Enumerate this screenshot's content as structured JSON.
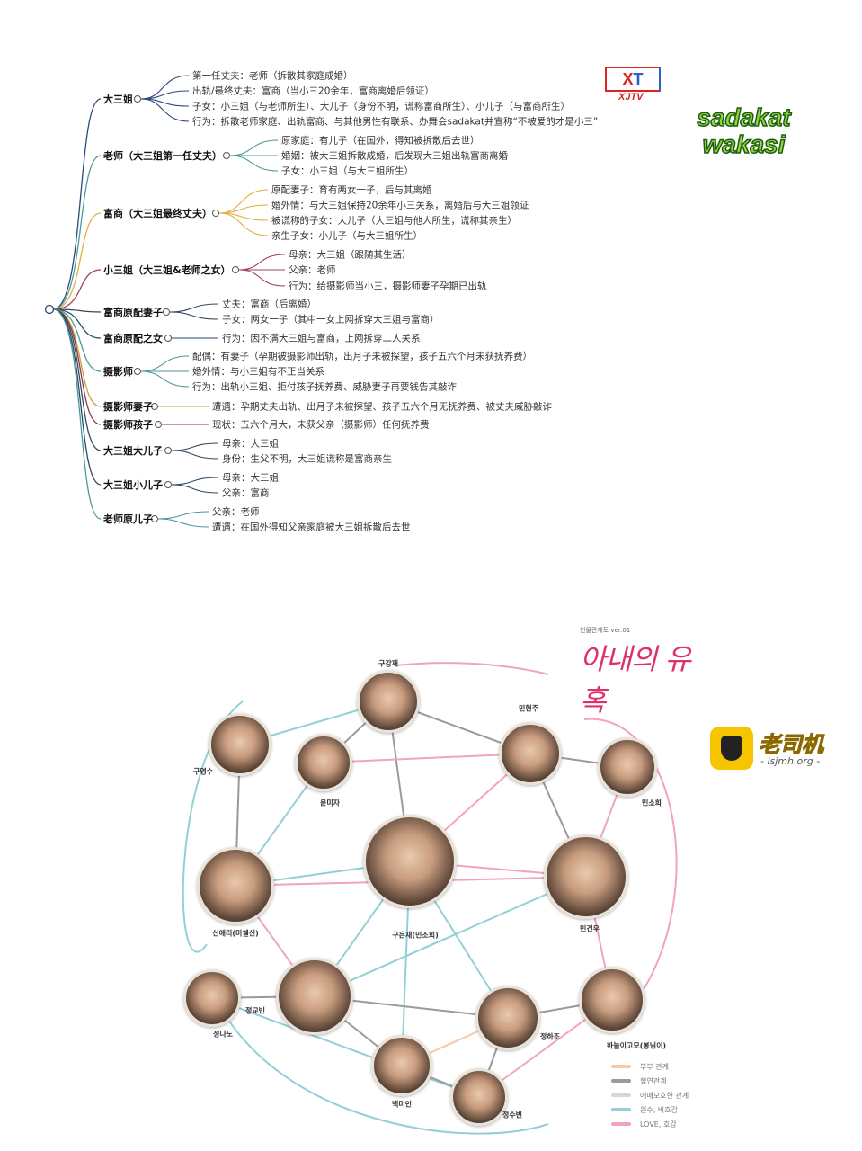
{
  "mindmap": {
    "branches": [
      {
        "label": "大三姐",
        "color": "#2b4a7a",
        "children": [
          "第一任丈夫：老师（拆散其家庭成婚）",
          "出轨/最终丈夫：富商（当小三20余年，富商离婚后领证）",
          "子女：小三姐（与老师所生）、大儿子（身份不明，谎称富商所生）、小儿子（与富商所生）",
          "行为：拆散老师家庭、出轨富商、与其他男性有联系、办舞会sadakat并宣称“不被爱的才是小三”"
        ]
      },
      {
        "label": "老师（大三姐第一任丈夫）",
        "color": "#4a9a9a",
        "children": [
          "原家庭：有儿子（在国外，得知被拆散后去世）",
          "婚姻：被大三姐拆散成婚，后发现大三姐出轨富商离婚",
          "子女：小三姐（与大三姐所生）"
        ]
      },
      {
        "label": "富商（大三姐最终丈夫）",
        "color": "#e0b040",
        "children": [
          "原配妻子：育有两女一子，后与其离婚",
          "婚外情：与大三姐保持20余年小三关系，离婚后与大三姐领证",
          "被谎称的子女：大儿子（大三姐与他人所生，谎称其亲生）",
          "亲生子女：小儿子（与大三姐所生）"
        ]
      },
      {
        "label": "小三姐（大三姐&老师之女）",
        "color": "#a0405a",
        "children": [
          "母亲：大三姐（跟随其生活）",
          "父亲：老师",
          "行为：给摄影师当小三，摄影师妻子孕期已出轨"
        ]
      },
      {
        "label": "富商原配妻子",
        "color": "#3a4a5a",
        "children": [
          "丈夫：富商（后离婚）",
          "子女：两女一子（其中一女上网拆穿大三姐与富商）"
        ]
      },
      {
        "label": "富商原配之女",
        "color": "#2b4a6a",
        "children": [
          "行为：因不满大三姐与富商，上网拆穿二人关系"
        ]
      },
      {
        "label": "摄影师",
        "color": "#4a9a9a",
        "children": [
          "配偶：有妻子（孕期被摄影师出轨，出月子未被探望，孩子五六个月未获抚养费）",
          "婚外情：与小三姐有不正当关系",
          "行为：出轨小三姐、拒付孩子抚养费、威胁妻子再要钱告其敲诈"
        ]
      },
      {
        "label": "摄影师妻子",
        "color": "#c8a040",
        "children": [
          "遭遇：孕期丈夫出轨、出月子未被探望、孩子五六个月无抚养费、被丈夫威胁敲诈"
        ]
      },
      {
        "label": "摄影师孩子",
        "color": "#8a3a4a",
        "children": [
          "现状：五六个月大，未获父亲（摄影师）任何抚养费"
        ]
      },
      {
        "label": "大三姐大儿子",
        "color": "#3a4a5a",
        "children": [
          "母亲：大三姐",
          "身份：生父不明，大三姐谎称是富商亲生"
        ]
      },
      {
        "label": "大三姐小儿子",
        "color": "#2b4a6a",
        "children": [
          "母亲：大三姐",
          "父亲：富商"
        ]
      },
      {
        "label": "老师原儿子",
        "color": "#4a9a9a",
        "children": [
          "父亲：老师",
          "遭遇：在国外得知父亲家庭被大三姐拆散后去世"
        ]
      }
    ]
  },
  "logos": {
    "xjtv_x": "X",
    "xjtv_t": "T",
    "xjtv_sub": "XJTV",
    "sadakat_line1": "sadakat",
    "sadakat_line2": "wakasi",
    "lsj_cn": "老司机",
    "lsj_url": "- lsjmh.org -"
  },
  "relation_chart": {
    "subtitle": "인물관계도 ver.01",
    "title": "아내의 유혹",
    "people": [
      "구강재",
      "구영수",
      "윤미자",
      "민현주",
      "민소희",
      "신애리(미쉘신)",
      "구은재(민소희)",
      "민건우",
      "정교빈",
      "정나노",
      "정하조",
      "하늘이고모(봉님이)",
      "백미인",
      "정수빈"
    ],
    "legend": [
      {
        "label": "부부 관계",
        "color": "#f6c9a8"
      },
      {
        "label": "혈연관계",
        "color": "#9a9a9a"
      },
      {
        "label": "애매모호한 관계",
        "color": "#d6d6d6"
      },
      {
        "label": "원수, 비호감",
        "color": "#93cfd6"
      },
      {
        "label": "LOVE, 호감",
        "color": "#f3a2c0"
      }
    ],
    "edges": [
      [
        "구강재",
        "구영수",
        "#93cfd6"
      ],
      [
        "구강재",
        "윤미자",
        "#9a9a9a"
      ],
      [
        "구강재",
        "민현주",
        "#9a9a9a"
      ],
      [
        "구강재",
        "구은재(민소희)",
        "#9a9a9a"
      ],
      [
        "민현주",
        "윤미자",
        "#f3a2c0"
      ],
      [
        "민현주",
        "민소희",
        "#9a9a9a"
      ],
      [
        "민현주",
        "민건우",
        "#9a9a9a"
      ],
      [
        "민현주",
        "구은재(민소희)",
        "#f3a2c0"
      ],
      [
        "민소희",
        "민건우",
        "#f3a2c0"
      ],
      [
        "구은재(민소희)",
        "민건우",
        "#f3a2c0"
      ],
      [
        "구은재(민소희)",
        "신애리(미쉘신)",
        "#93cfd6"
      ],
      [
        "구은재(민소희)",
        "정교빈",
        "#93cfd6"
      ],
      [
        "구은재(민소희)",
        "정하조",
        "#93cfd6"
      ],
      [
        "구은재(민소희)",
        "백미인",
        "#93cfd6"
      ],
      [
        "신애리(미쉘신)",
        "정교빈",
        "#f3a2c0"
      ],
      [
        "신애리(미쉘신)",
        "구영수",
        "#9a9a9a"
      ],
      [
        "신애리(미쉘신)",
        "윤미자",
        "#93cfd6"
      ],
      [
        "정교빈",
        "정나노",
        "#9a9a9a"
      ],
      [
        "정교빈",
        "백미인",
        "#9a9a9a"
      ],
      [
        "정교빈",
        "정하조",
        "#9a9a9a"
      ],
      [
        "정교빈",
        "민건우",
        "#93cfd6"
      ],
      [
        "정하조",
        "하늘이고모(봉님이)",
        "#9a9a9a"
      ],
      [
        "정하조",
        "백미인",
        "#f6c9a8"
      ],
      [
        "정하조",
        "정수빈",
        "#9a9a9a"
      ],
      [
        "하늘이고모(봉님이)",
        "정수빈",
        "#f3a2c0"
      ],
      [
        "하늘이고모(봉님이)",
        "민건우",
        "#f3a2c0"
      ],
      [
        "신애리(미쉘신)",
        "민건우",
        "#f3a2c0"
      ],
      [
        "정나노",
        "정수빈",
        "#93cfd6"
      ],
      [
        "백미인",
        "정수빈",
        "#9a9a9a"
      ]
    ]
  }
}
